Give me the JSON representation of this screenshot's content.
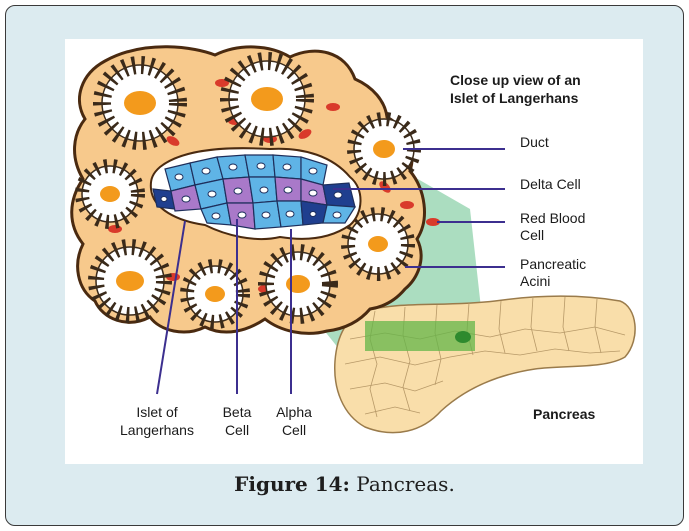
{
  "figure": {
    "heading_line1": "Close up view of an",
    "heading_line2": "Islet of Langerhans",
    "labels": {
      "duct": "Duct",
      "delta_cell": "Delta Cell",
      "red_blood_cell_line1": "Red Blood",
      "red_blood_cell_line2": "Cell",
      "pancreatic_acini_line1": "Pancreatic",
      "pancreatic_acini_line2": "Acini",
      "pancreas": "Pancreas",
      "islet_line1": "Islet of",
      "islet_line2": "Langerhans",
      "beta_line1": "Beta",
      "beta_line2": "Cell",
      "alpha_line1": "Alpha",
      "alpha_line2": "Cell"
    },
    "colors": {
      "tissue": "#f7c98c",
      "tissue_outline": "#4a2a10",
      "duct_lumen": "#f39a1c",
      "red_blood_cell": "#d93a2b",
      "beta_cell": "#5fb4e6",
      "alpha_cell": "#a979c9",
      "delta_cell": "#1f3f8f",
      "pointer_line": "#3c2f8f",
      "magnify_wedge": "#7fc7a0"
    }
  },
  "caption": {
    "label": "Figure 14:",
    "text": " Pancreas."
  }
}
